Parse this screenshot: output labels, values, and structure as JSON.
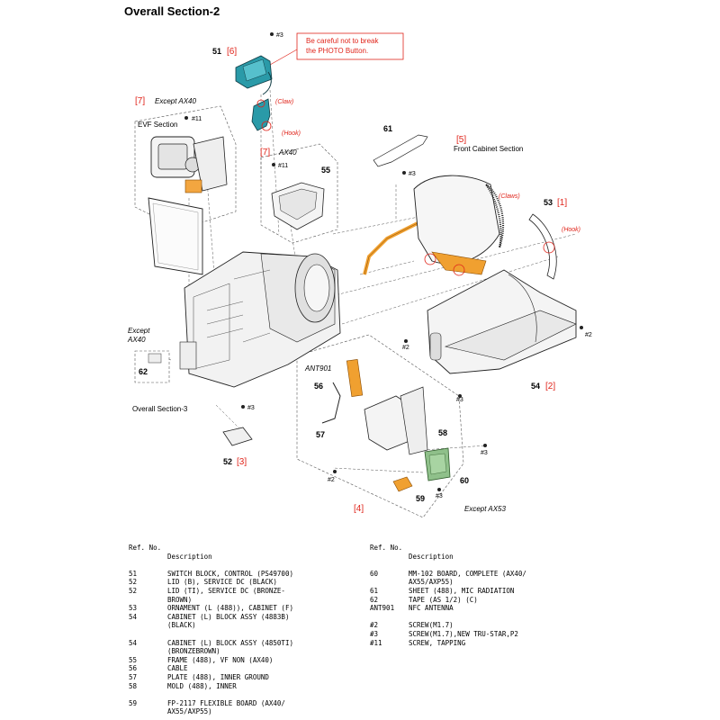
{
  "title": "Overall Section-2",
  "notes": {
    "photo_button": [
      "Be careful not to break",
      "the PHOTO Button."
    ],
    "claw_top": "(Claw)",
    "hook_top": "(Hook)",
    "claws_right": "(Claws)",
    "hook_right": "(Hook)"
  },
  "sections": {
    "evf_label": "EVF Section",
    "except_ax40_top": "Except AX40",
    "ax40": "AX40",
    "front_cabinet": "Front Cabinet Section",
    "except_ax40_left": [
      "Except",
      "AX40"
    ],
    "overall_section_3": "Overall Section-3",
    "except_ax53": "Except AX53",
    "ant901": "ANT901"
  },
  "callouts": {
    "c51": "51",
    "c51r": "[6]",
    "c7a": "[7]",
    "c7b": "[7]",
    "c5": "[5]",
    "c61": "61",
    "c55": "55",
    "c53": "53",
    "c53r": "[1]",
    "c54": "54",
    "c54r": "[2]",
    "c62": "62",
    "c56": "56",
    "c57": "57",
    "c58": "58",
    "c52": "52",
    "c52r": "[3]",
    "c4": "[4]",
    "c59": "59",
    "c60": "60"
  },
  "screws": {
    "s3_top": "#3",
    "s11_evf": "#11",
    "s11_ax40": "#11",
    "s3_front": "#3",
    "s2_a": "#2",
    "s2_b": "#2",
    "s3_c": "#3",
    "s3_d": "#3",
    "s3_e": "#3",
    "s2_c": "#2",
    "s3_f": "#3"
  },
  "parts_list": {
    "left_header_ref": "Ref. No.",
    "left_header_desc": "Description",
    "right_header_ref": "Ref. No.",
    "right_header_desc": "Description",
    "left_rows": [
      {
        "ref": "51",
        "desc": "SWITCH BLOCK, CONTROL (PS49700)"
      },
      {
        "ref": "52",
        "desc": "LID (B), SERVICE DC (BLACK)"
      },
      {
        "ref": "52",
        "desc": "LID (TI), SERVICE DC (BRONZE-"
      },
      {
        "ref": "",
        "desc": "BROWN)"
      },
      {
        "ref": "53",
        "desc": "ORNAMENT (L (488)), CABINET (F)"
      },
      {
        "ref": "54",
        "desc": "CABINET (L) BLOCK ASSY (4883B)"
      },
      {
        "ref": "",
        "desc": "(BLACK)"
      },
      {
        "ref": "",
        "desc": ""
      },
      {
        "ref": "54",
        "desc": "CABINET (L) BLOCK ASSY (4850TI)"
      },
      {
        "ref": "",
        "desc": "(BRONZEBROWN)"
      },
      {
        "ref": "55",
        "desc": "FRAME (488), VF NON (AX40)"
      },
      {
        "ref": "56",
        "desc": "CABLE"
      },
      {
        "ref": "57",
        "desc": "PLATE (488), INNER GROUND"
      },
      {
        "ref": "58",
        "desc": "MOLD (488), INNER"
      },
      {
        "ref": "",
        "desc": ""
      },
      {
        "ref": "59",
        "desc": "FP-2117 FLEXIBLE BOARD (AX40/"
      },
      {
        "ref": "",
        "desc": "AX55/AXP55)"
      }
    ],
    "right_rows": [
      {
        "ref": "60",
        "desc": "MM-102 BOARD, COMPLETE (AX40/"
      },
      {
        "ref": "",
        "desc": "AX55/AXP55)"
      },
      {
        "ref": "61",
        "desc": "SHEET (488), MIC RADIATION"
      },
      {
        "ref": "62",
        "desc": "TAPE (AS 1/2) (C)"
      },
      {
        "ref": "ANT901",
        "desc": "NFC ANTENNA"
      },
      {
        "ref": "",
        "desc": ""
      },
      {
        "ref": "#2",
        "desc": "SCREW(M1.7)"
      },
      {
        "ref": "#3",
        "desc": "SCREW(M1.7),NEW TRU-STAR,P2"
      },
      {
        "ref": "#11",
        "desc": "SCREW, TAPPING"
      }
    ]
  }
}
